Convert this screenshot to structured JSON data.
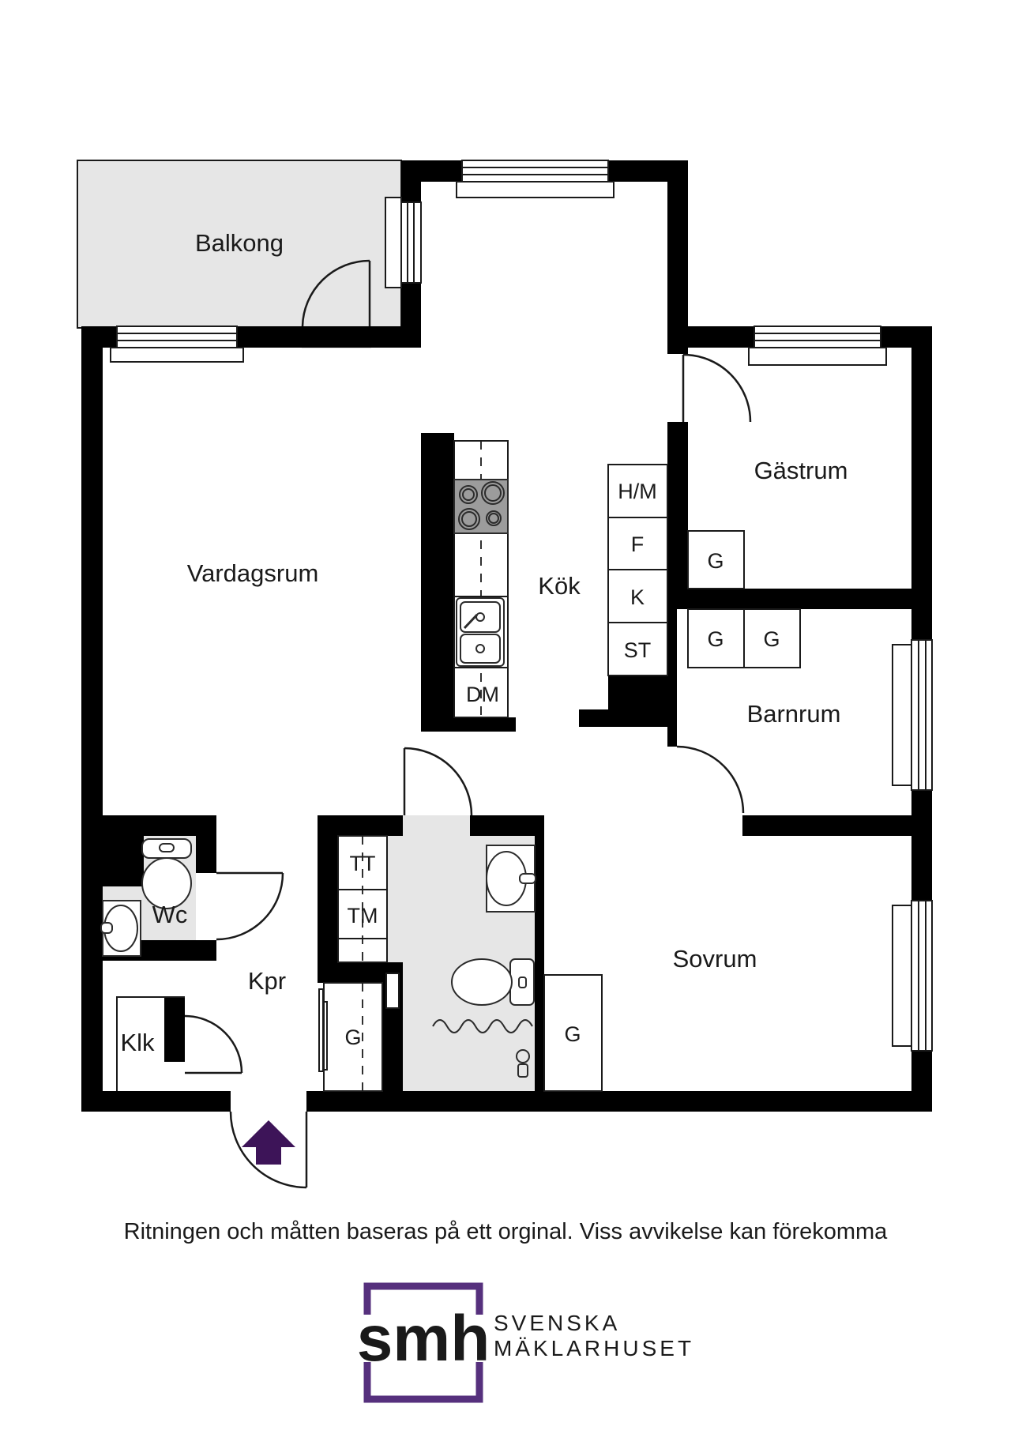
{
  "rooms": {
    "balkong": {
      "label": "Balkong"
    },
    "vardagsrum": {
      "label": "Vardagsrum"
    },
    "kok": {
      "label": "Kök"
    },
    "gastrum": {
      "label": "Gästrum"
    },
    "barnrum": {
      "label": "Barnrum"
    },
    "sovrum": {
      "label": "Sovrum"
    },
    "wc": {
      "label": "Wc"
    },
    "kpr": {
      "label": "Kpr"
    },
    "klk": {
      "label": "Klk"
    }
  },
  "appliances": {
    "hm": {
      "label": "H/M"
    },
    "f": {
      "label": "F"
    },
    "k": {
      "label": "K"
    },
    "st": {
      "label": "ST"
    },
    "dm": {
      "label": "DM"
    },
    "tt": {
      "label": "TT"
    },
    "tm": {
      "label": "TM"
    },
    "g_gastrum": {
      "label": "G"
    },
    "g_barnrum_1": {
      "label": "G"
    },
    "g_barnrum_2": {
      "label": "G"
    },
    "g_kpr": {
      "label": "G"
    },
    "g_sovrum": {
      "label": "G"
    }
  },
  "icons": {
    "entry_arrow": "up-arrow",
    "toilet": "toilet",
    "sink": "sink-basin",
    "stove": "four-burner-stove",
    "bathtub_edge": "wave-line",
    "shower": "hand-shower",
    "door": "quarter-arc-door",
    "window": "double-line-window"
  },
  "footer": {
    "disclaimer": "Ritningen och måtten baseras på ett orginal. Viss avvikelse kan förekomma",
    "logo_mark": "smh",
    "logo_line1": "SVENSKA",
    "logo_line2": "MÄKLARHUSET"
  },
  "colors": {
    "wall": "#000000",
    "room_shade": "#e6e6e6",
    "stove_gray": "#9c9c9c",
    "arrow_purple": "#3d1458",
    "logo_purple": "#56307d",
    "text": "#1a1a1a"
  }
}
